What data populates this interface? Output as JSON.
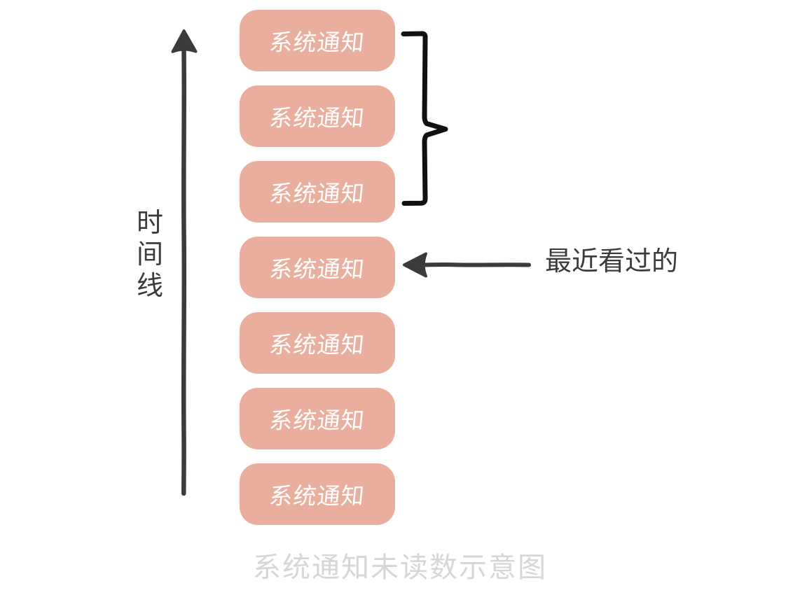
{
  "diagram": {
    "caption": "系统通知未读数示意图",
    "background_color": "#FFFFFF",
    "ink_color": "#3B3B3B",
    "pill_color": "#E9AE9D",
    "pill_text_color": "#FFFFFF",
    "caption_color": "#D6D6D6"
  },
  "axis": {
    "name": "timeline-axis",
    "direction": "up",
    "label_chars": [
      "时",
      "间",
      "线"
    ],
    "label_text": "时间线"
  },
  "pills": [
    {
      "label": "系统通知",
      "index": 1
    },
    {
      "label": "系统通知",
      "index": 2
    },
    {
      "label": "系统通知",
      "index": 3
    },
    {
      "label": "系统通知",
      "index": 4
    },
    {
      "label": "系统通知",
      "index": 5
    },
    {
      "label": "系统通知",
      "index": 6
    },
    {
      "label": "系统通知",
      "index": 7
    }
  ],
  "annotations": {
    "brace": {
      "name": "unread-group-brace",
      "spans_pills": [
        1,
        2,
        3
      ],
      "label": ""
    },
    "pointer": {
      "name": "recently-viewed-pointer",
      "points_to_pill": 4,
      "label": "最近看过的"
    }
  }
}
